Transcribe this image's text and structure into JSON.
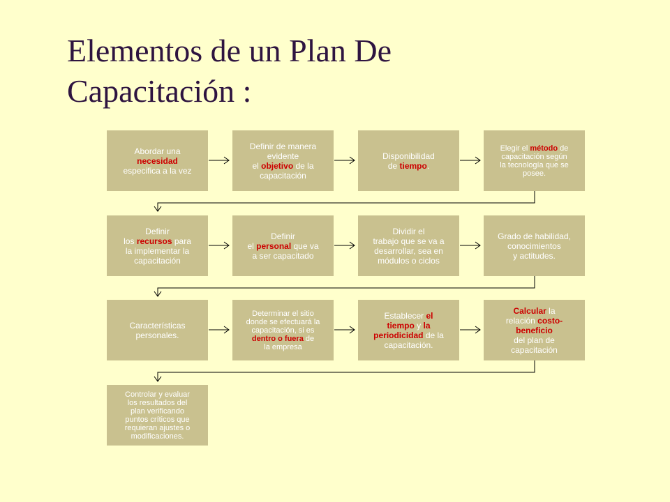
{
  "title": {
    "line1": "Elementos de un Plan De",
    "line2": "Capacitación :"
  },
  "colors": {
    "background": "#ffffcc",
    "box": "#c9c18f",
    "box_text": "#ffffff",
    "highlight": "#cc0000",
    "title": "#2e1440",
    "arrow": "#000000"
  },
  "steps": [
    {
      "id": 1,
      "parts": [
        {
          "t": "Abordar una",
          "b": true
        },
        {
          "t": "necesidad",
          "h": true,
          "b": true
        },
        {
          "t": "especifica a la vez"
        }
      ]
    },
    {
      "id": 2,
      "parts": [
        {
          "t": "Definir de manera",
          "b": true
        },
        {
          "t": "evidente",
          "b": true
        },
        {
          "t": "el "
        },
        {
          "t": "objetivo",
          "h": true
        },
        {
          "t": " de la",
          "b": true
        },
        {
          "t": "capacitación"
        }
      ]
    },
    {
      "id": 3,
      "parts": [
        {
          "t": "Disponibilidad",
          "b": true
        },
        {
          "t": "de "
        },
        {
          "t": "tiempo",
          "h": true
        },
        {
          "t": "."
        }
      ]
    },
    {
      "id": 4,
      "parts": [
        {
          "t": "Elegir el "
        },
        {
          "t": "método",
          "h": true
        },
        {
          "t": " de",
          "b": true
        },
        {
          "t": "capacitación según",
          "b": true
        },
        {
          "t": "la tecnología que se",
          "b": true
        },
        {
          "t": "posee."
        }
      ]
    },
    {
      "id": 5,
      "parts": [
        {
          "t": "Definir",
          "b": true
        },
        {
          "t": "los "
        },
        {
          "t": "recursos",
          "h": true
        },
        {
          "t": " para",
          "b": true
        },
        {
          "t": "la implementar la",
          "b": true
        },
        {
          "t": "capacitación"
        }
      ]
    },
    {
      "id": 6,
      "parts": [
        {
          "t": "Definir",
          "b": true
        },
        {
          "t": "el "
        },
        {
          "t": "personal",
          "h": true
        },
        {
          "t": " que va",
          "b": true
        },
        {
          "t": "a ser capacitado"
        }
      ]
    },
    {
      "id": 7,
      "parts": [
        {
          "t": "Dividir el",
          "b": true
        },
        {
          "t": "trabajo que se va a",
          "b": true
        },
        {
          "t": "desarrollar, sea en",
          "b": true
        },
        {
          "t": "módulos o ciclos"
        }
      ]
    },
    {
      "id": 8,
      "parts": [
        {
          "t": "Grado de habilidad,",
          "b": true
        },
        {
          "t": "conocimientos",
          "b": true
        },
        {
          "t": "y actitudes."
        }
      ]
    },
    {
      "id": 9,
      "parts": [
        {
          "t": "Características",
          "b": true
        },
        {
          "t": "personales."
        }
      ]
    },
    {
      "id": 10,
      "parts": [
        {
          "t": "Determinar el sitio",
          "b": true
        },
        {
          "t": "donde se efectuará la",
          "b": true
        },
        {
          "t": "capacitación, si es",
          "b": true
        },
        {
          "t": "dentro o fuera",
          "h": true
        },
        {
          "t": " de",
          "b": true
        },
        {
          "t": "la empresa"
        }
      ]
    },
    {
      "id": 11,
      "parts": [
        {
          "t": "Establecer "
        },
        {
          "t": "el",
          "h": true,
          "b": true
        },
        {
          "t": "tiempo",
          "h": true
        },
        {
          "t": " y "
        },
        {
          "t": "la",
          "h": true,
          "b": true
        },
        {
          "t": "periodicidad",
          "h": true
        },
        {
          "t": " de la",
          "b": true
        },
        {
          "t": "capacitación."
        }
      ]
    },
    {
      "id": 12,
      "parts": [
        {
          "t": "Calcular",
          "h": true
        },
        {
          "t": " la",
          "b": true
        },
        {
          "t": "relación "
        },
        {
          "t": "costo-",
          "h": true,
          "b": true
        },
        {
          "t": "beneficio",
          "h": true,
          "b": true
        },
        {
          "t": "del plan de",
          "b": true
        },
        {
          "t": "capacitación"
        }
      ]
    },
    {
      "id": 13,
      "parts": [
        {
          "t": "Controlar y evaluar",
          "b": true
        },
        {
          "t": "los resultados del",
          "b": true
        },
        {
          "t": "plan verificando",
          "b": true
        },
        {
          "t": "puntos críticos que",
          "b": true
        },
        {
          "t": "requieran  ajustes o",
          "b": true
        },
        {
          "t": "modificaciones."
        }
      ]
    }
  ]
}
